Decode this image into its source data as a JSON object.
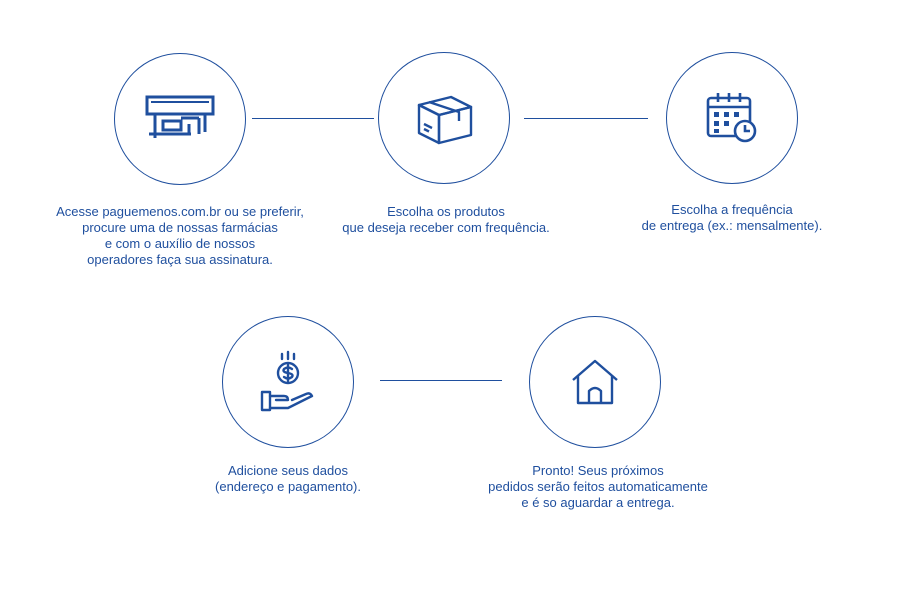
{
  "colors": {
    "primary": "#1f4f9e",
    "background": "#ffffff"
  },
  "steps": [
    {
      "icon": "store-icon",
      "lines": [
        "Acesse paguemenos.com.br ou se preferir,",
        "procure uma de nossas farmácias",
        "e com o auxílio de nossos",
        "operadores faça sua assinatura."
      ]
    },
    {
      "icon": "box-icon",
      "lines": [
        "Escolha os produtos",
        "que deseja receber com frequência."
      ]
    },
    {
      "icon": "calendar-clock-icon",
      "lines": [
        "Escolha a frequência",
        "de entrega (ex.: mensalmente)."
      ]
    },
    {
      "icon": "hand-coin-icon",
      "lines": [
        "Adicione seus dados",
        "(endereço e pagamento)."
      ]
    },
    {
      "icon": "house-icon",
      "lines": [
        "Pronto! Seus próximos",
        "pedidos serão feitos automaticamente",
        "e é so aguardar a entrega."
      ]
    }
  ]
}
